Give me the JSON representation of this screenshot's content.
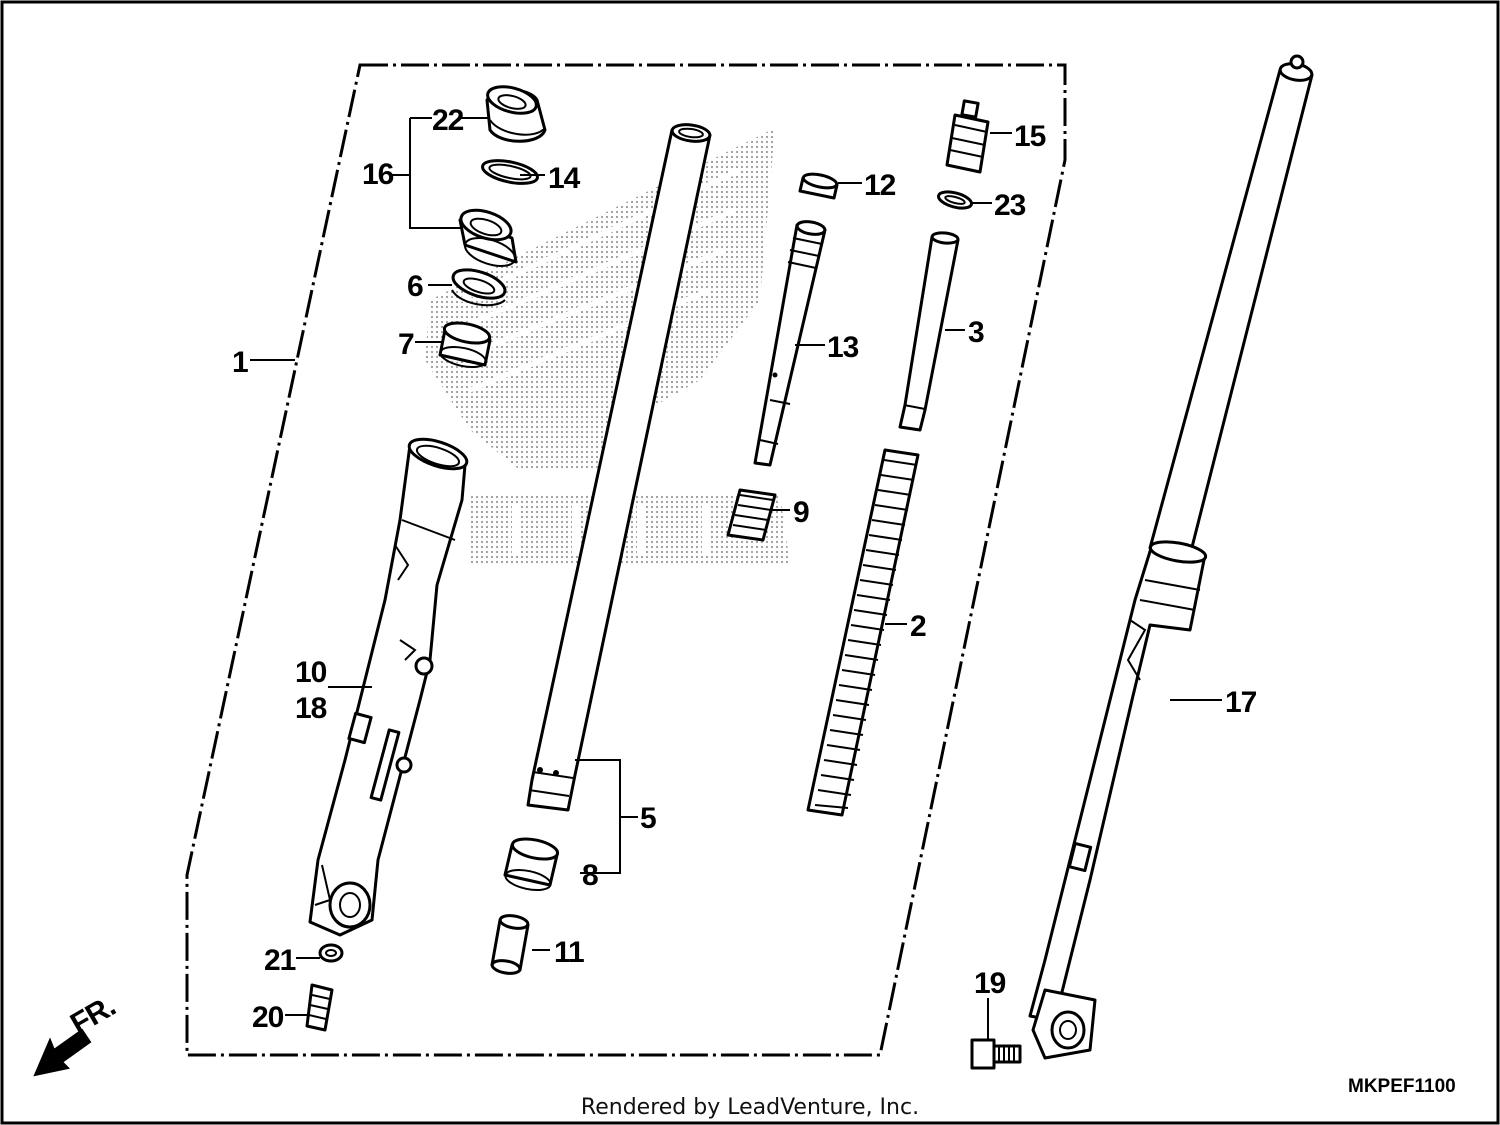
{
  "diagram": {
    "callouts": [
      "1",
      "2",
      "3",
      "5",
      "6",
      "7",
      "8",
      "9",
      "10",
      "11",
      "12",
      "13",
      "14",
      "15",
      "16",
      "17",
      "18",
      "19",
      "20",
      "21",
      "22",
      "23"
    ],
    "direction_marker": "FR.",
    "diagram_code": "MKPEF1100",
    "footer_text": "Rendered by LeadVenture, Inc.",
    "colors": {
      "line": "#000000",
      "background": "#ffffff",
      "watermark": "#9a9a9a"
    }
  }
}
